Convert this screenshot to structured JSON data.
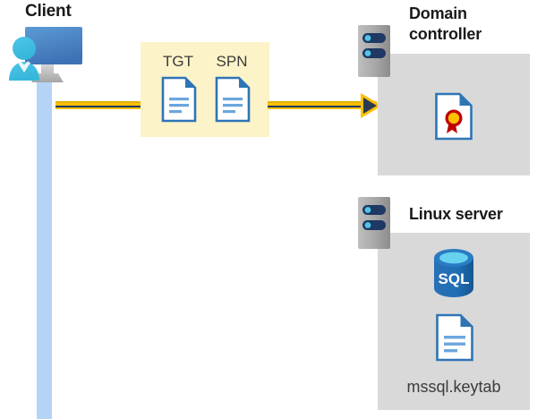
{
  "diagram": {
    "title_client": "Client",
    "title_domain_controller": "Domain\ncontroller",
    "title_domain_controller_line1": "Domain",
    "title_domain_controller_line2": "controller",
    "title_linux_server": "Linux server",
    "message": {
      "label_tgt": "TGT",
      "label_spn": "SPN"
    },
    "domain_controller": {
      "artifact": "certificate-document"
    },
    "linux_server": {
      "database_label": "SQL",
      "file_label": "mssql.keytab"
    },
    "icons": {
      "client_workstation": "client-workstation-icon",
      "server_rack": "server-rack-icon",
      "document": "document-icon",
      "certificate": "certificate-icon",
      "sql_database": "sql-database-icon",
      "arrow": "arrow-right-icon"
    },
    "colors": {
      "arrow_fill": "#ffc000",
      "arrow_core": "#1f3864",
      "message_box": "#fdf3c9",
      "panel": "#d9d9d9",
      "lifeline": "#b5d4f5",
      "doc_blue": "#2e75b6",
      "sql_blue": "#1f6fb5",
      "rack_gray": "#a6a6a6",
      "text_dark": "#1a1a1a"
    }
  }
}
